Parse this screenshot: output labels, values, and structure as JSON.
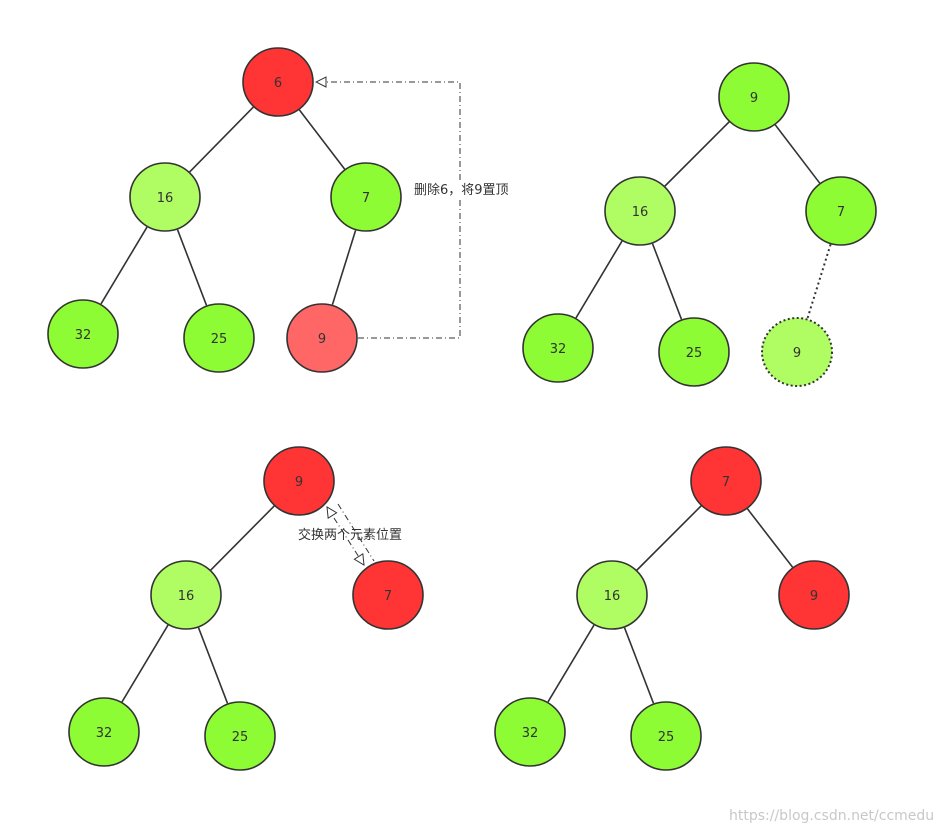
{
  "colors": {
    "red": "#ff3535",
    "light_red": "#ff6666",
    "bright_green": "#8efc35",
    "light_green": "#b0fc63",
    "outline": "#333333"
  },
  "panels": [
    {
      "name": "panel-delete-root",
      "nodes": [
        {
          "key": "root",
          "label": "6",
          "color": "red"
        },
        {
          "key": "left",
          "label": "16",
          "color": "light_green"
        },
        {
          "key": "right",
          "label": "7",
          "color": "bright_green"
        },
        {
          "key": "left-left",
          "label": "32",
          "color": "bright_green"
        },
        {
          "key": "left-right",
          "label": "25",
          "color": "bright_green"
        },
        {
          "key": "right-left",
          "label": "9",
          "color": "light_red"
        }
      ],
      "annotation": "删除6，将9置顶"
    },
    {
      "name": "panel-moved-to-top",
      "nodes": [
        {
          "key": "root",
          "label": "9",
          "color": "bright_green"
        },
        {
          "key": "left",
          "label": "16",
          "color": "light_green"
        },
        {
          "key": "right",
          "label": "7",
          "color": "bright_green"
        },
        {
          "key": "left-left",
          "label": "32",
          "color": "bright_green"
        },
        {
          "key": "left-right",
          "label": "25",
          "color": "bright_green"
        },
        {
          "key": "removed",
          "label": "9",
          "color": "light_green"
        }
      ]
    },
    {
      "name": "panel-swap",
      "nodes": [
        {
          "key": "root",
          "label": "9",
          "color": "red"
        },
        {
          "key": "left",
          "label": "16",
          "color": "light_green"
        },
        {
          "key": "right",
          "label": "7",
          "color": "red"
        },
        {
          "key": "left-left",
          "label": "32",
          "color": "bright_green"
        },
        {
          "key": "left-right",
          "label": "25",
          "color": "bright_green"
        }
      ],
      "annotation": "交换两个元素位置"
    },
    {
      "name": "panel-result",
      "nodes": [
        {
          "key": "root",
          "label": "7",
          "color": "red"
        },
        {
          "key": "left",
          "label": "16",
          "color": "light_green"
        },
        {
          "key": "right",
          "label": "9",
          "color": "red"
        },
        {
          "key": "left-left",
          "label": "32",
          "color": "bright_green"
        },
        {
          "key": "left-right",
          "label": "25",
          "color": "bright_green"
        }
      ]
    }
  ],
  "watermark": "https://blog.csdn.net/ccmedu"
}
